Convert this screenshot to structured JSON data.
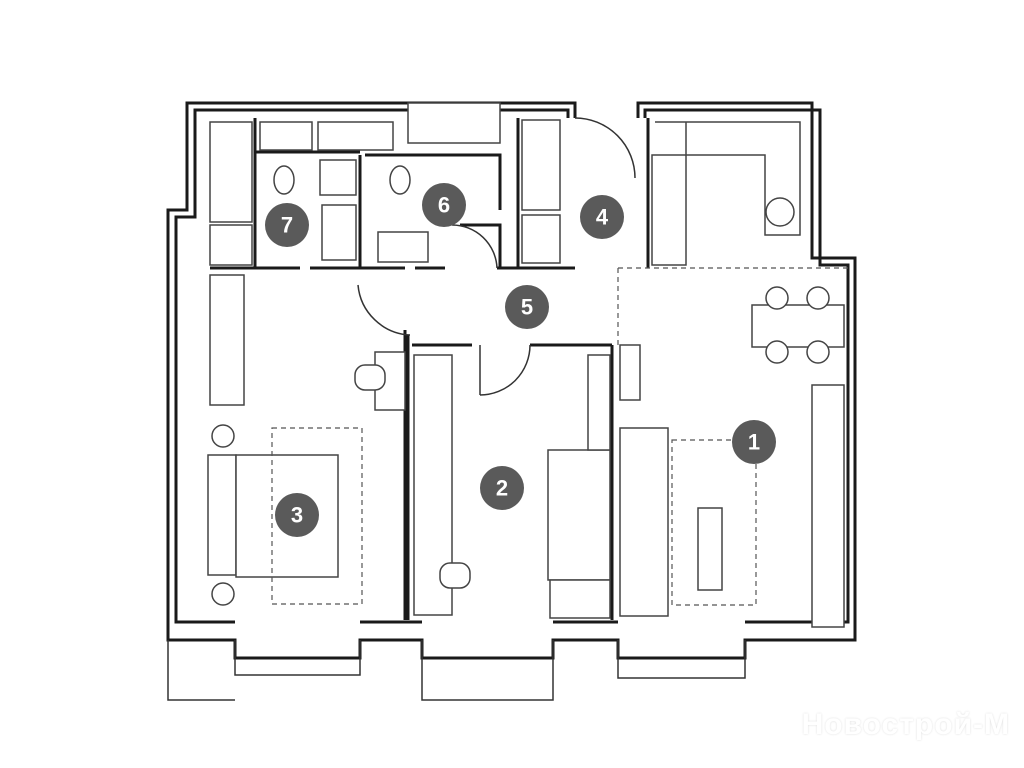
{
  "plan": {
    "rooms": [
      {
        "number": "1",
        "function": "living-kitchen"
      },
      {
        "number": "2",
        "function": "bedroom"
      },
      {
        "number": "3",
        "function": "bedroom"
      },
      {
        "number": "4",
        "function": "hall"
      },
      {
        "number": "5",
        "function": "corridor"
      },
      {
        "number": "6",
        "function": "bathroom"
      },
      {
        "number": "7",
        "function": "bathroom"
      }
    ],
    "badge_color": "#5a5a5a",
    "wall_color": "#1a1a1a"
  },
  "watermark": "Новострой-М"
}
